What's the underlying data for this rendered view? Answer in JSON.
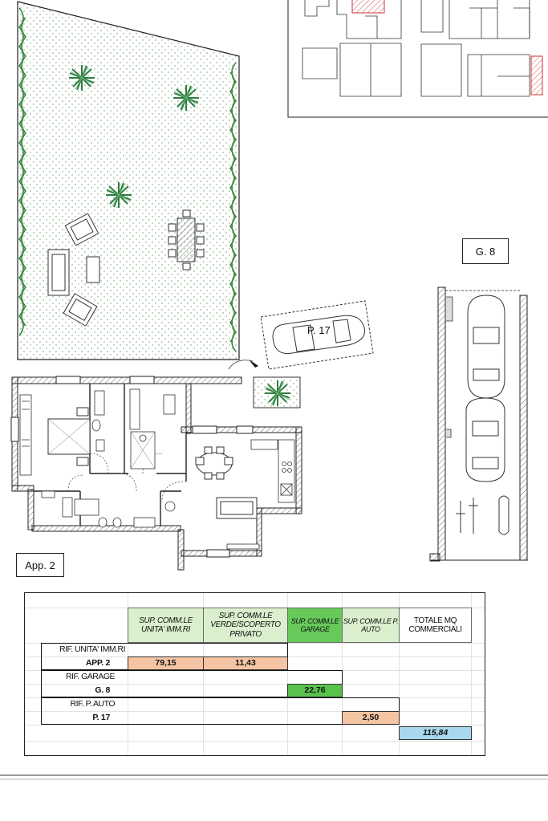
{
  "labels": {
    "apartment": "App. 2",
    "garage": "G. 8",
    "parking": "P. 17"
  },
  "table": {
    "headers": {
      "unit": "SUP. COMM.LE UNITA' IMM.RI",
      "green": "SUP. COMM.LE VERDE/SCOPERTO PRIVATO",
      "garage": "SUP. COMM.LE GARAGE",
      "auto": "SUP. COMM.LE P. AUTO",
      "total": "TOTALE MQ COMMERCIALI"
    },
    "rows": {
      "unit_ref": "RIF. UNITA' IMM.RI",
      "unit_code": "APP. 2",
      "garage_ref": "RIF. GARAGE",
      "garage_code": "G. 8",
      "auto_ref": "RIF. P. AUTO",
      "auto_code": "P. 17"
    },
    "values": {
      "unit": "79,15",
      "green": "11,43",
      "garage": "22,76",
      "auto": "2,50",
      "total": "115,84"
    }
  },
  "colors": {
    "header_green": "#d9efce",
    "header_dark_green": "#67c95a",
    "value_salmon": "#f5c4a3",
    "total_blue": "#a9d8ee",
    "vegetation": "#3a8a3f"
  }
}
